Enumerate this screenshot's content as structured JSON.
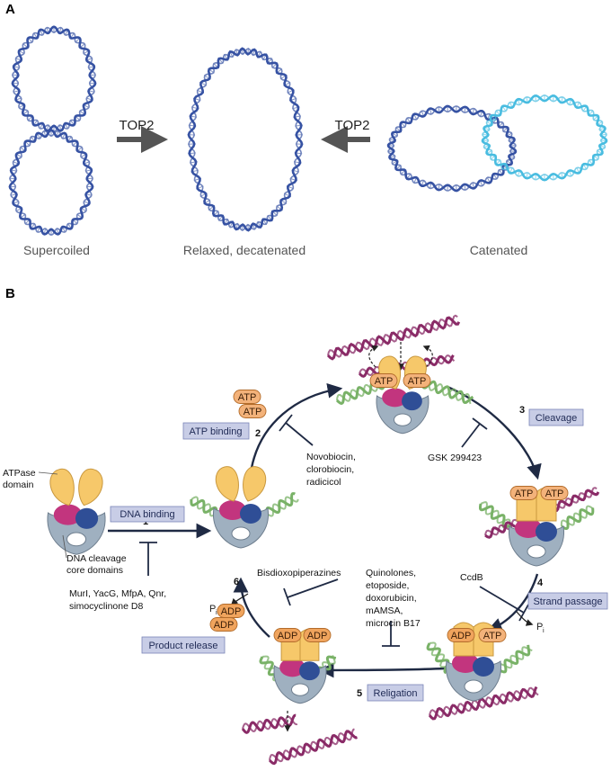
{
  "panel_a": {
    "letter": "A",
    "arrow_label_left": "TOP2",
    "arrow_label_right": "TOP2",
    "captions": [
      "Supercoiled",
      "Relaxed, decatenated",
      "Catenated"
    ]
  },
  "panel_b": {
    "letter": "B",
    "steps": [
      {
        "num": "1",
        "label": "DNA binding"
      },
      {
        "num": "2",
        "label": "ATP binding"
      },
      {
        "num": "3",
        "label": "Cleavage"
      },
      {
        "num": "4",
        "label": "Strand passage"
      },
      {
        "num": "5",
        "label": "Religation"
      },
      {
        "num": "6",
        "label": "Product release"
      }
    ],
    "domain_labels": {
      "atpase": [
        "ATPase",
        "domain"
      ],
      "cleavage_core": [
        "DNA cleavage",
        "core domains"
      ]
    },
    "inhibitors": {
      "dna_binding": [
        "MurI, YacG, MfpA, Qnr,",
        "simocyclinone D8"
      ],
      "atp_binding": [
        "Novobiocin,",
        "clorobiocin,",
        "radicicol"
      ],
      "cleavage": [
        "GSK 299423"
      ],
      "strand_passage": [
        "CcdB"
      ],
      "religation": [
        "Quinolones,",
        "etoposide,",
        "doxorubicin,",
        "mAMSA,",
        "microcin B17"
      ],
      "product_release": [
        "Bisdioxopiperazines"
      ]
    },
    "nucleotides": {
      "atp": "ATP",
      "adp": "ADP",
      "pi": "P",
      "pi_sub": "i"
    },
    "colors": {
      "atpase_yellow": "#f6c86a",
      "core_magenta": "#c2357e",
      "core_blue": "#2f4e96",
      "base_gray": "#9fb0c0",
      "dna_green": "#79b267",
      "dna_purple": "#8a2b67",
      "box_fill": "#c8cde6",
      "ring_blue": "#3652a3",
      "ring_cyan": "#48bce0"
    }
  }
}
